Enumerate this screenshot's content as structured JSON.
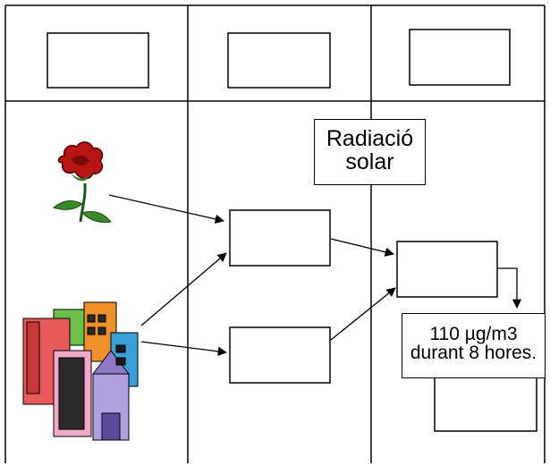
{
  "diagram": {
    "radiation_label": {
      "line1": "Radiació",
      "line2": "solar"
    },
    "concentration_label": {
      "line1": "110 µg/m3",
      "line2": "durant 8 hores."
    }
  },
  "icons": {
    "rose": "rose-icon",
    "city": "city-buildings-icon"
  },
  "colors": {
    "stroke": "#000000",
    "background": "#ffffff"
  }
}
